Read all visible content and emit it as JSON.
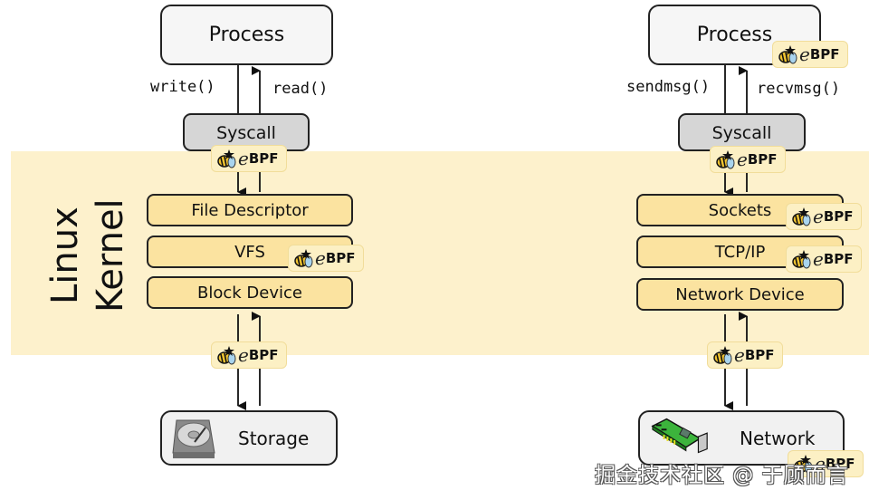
{
  "kernel": {
    "label_line1": "Linux",
    "label_line2": "Kernel",
    "band_color": "#fdf1cc"
  },
  "left_stack": {
    "process": "Process",
    "call_out": "write()",
    "call_in": "read()",
    "syscall": "Syscall",
    "layers": [
      "File Descriptor",
      "VFS",
      "Block Device"
    ],
    "device": {
      "label": "Storage",
      "icon": "hard-disk-icon"
    }
  },
  "right_stack": {
    "process": "Process",
    "call_out": "sendmsg()",
    "call_in": "recvmsg()",
    "syscall": "Syscall",
    "layers": [
      "Sockets",
      "TCP/IP",
      "Network Device"
    ],
    "device": {
      "label": "Network",
      "icon": "network-card-icon"
    }
  },
  "ebpf_badge": {
    "e": "e",
    "bpf": "BPF",
    "icon": "bee-icon"
  },
  "colors": {
    "layer_fill": "#fbe3a0",
    "syscall_fill": "#d6d6d6",
    "process_fill": "#f6f6f6",
    "badge_fill": "#fcf0c4"
  },
  "watermark": "掘金技术社区 @ 于顾而言"
}
